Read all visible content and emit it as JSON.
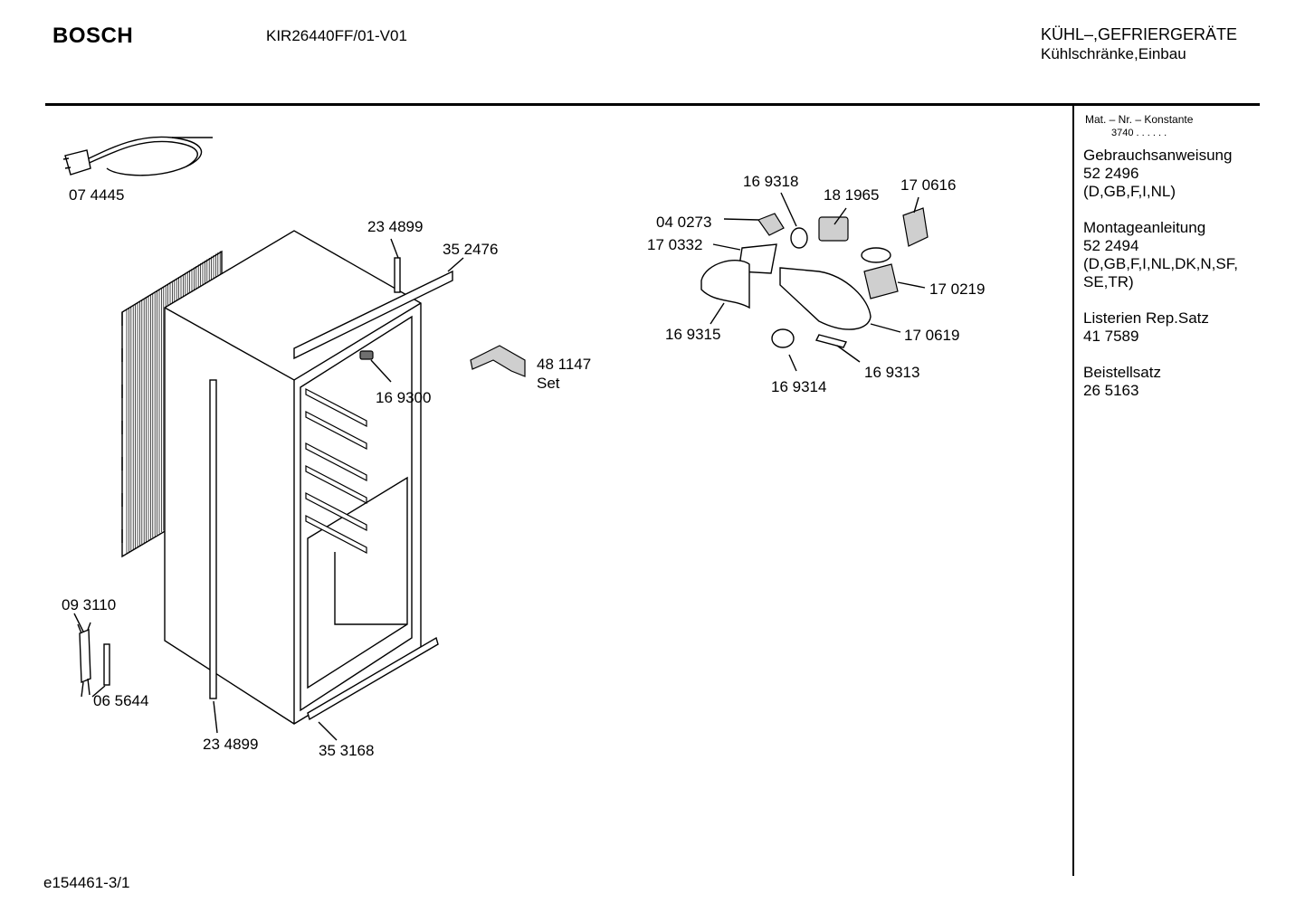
{
  "header": {
    "brand": "BOSCH",
    "model": "KIR26440FF/01-V01",
    "category_line1": "KÜHL–,GEFRIERGERÄTE",
    "category_line2": "Kühlschränke,Einbau"
  },
  "sidebar": {
    "mat_label": "Mat. – Nr. – Konstante",
    "mat_value": "3740  .  .  .  .  .  .",
    "blocks": [
      {
        "title": "Gebrauchsanweisung",
        "lines": [
          "52 2496",
          "(D,GB,F,I,NL)"
        ]
      },
      {
        "title": "Montageanleitung",
        "lines": [
          "52 2494",
          "(D,GB,F,I,NL,DK,N,SF,",
          "SE,TR)"
        ]
      },
      {
        "title": "Listerien Rep.Satz",
        "lines": [
          "41 7589"
        ]
      },
      {
        "title": "Beistellsatz",
        "lines": [
          "26 5163"
        ]
      }
    ]
  },
  "parts": {
    "power_cord": "07 4445",
    "door_seal_top": "23 4899",
    "top_bracket": "35 2476",
    "hinge_set": "48 1147",
    "hinge_set_suffix": "Set",
    "sensor": "16 9300",
    "lamp_holder": "16 9318",
    "lamp_socket": "18 1965",
    "switch": "17 0616",
    "bulb": "04 0273",
    "diffuser_plate": "17 0332",
    "thermostat": "17 0219",
    "lamp_housing": "17 0619",
    "lamp_cover": "16 9315",
    "knob": "16 9314",
    "indicator_strip": "16 9313",
    "thermal_fuse": "09 3110",
    "heater_element": "06 5644",
    "door_seal_side": "23 4899",
    "bottom_strip": "35 3168"
  },
  "footer": {
    "drawing_id": "e154461-3/1"
  }
}
